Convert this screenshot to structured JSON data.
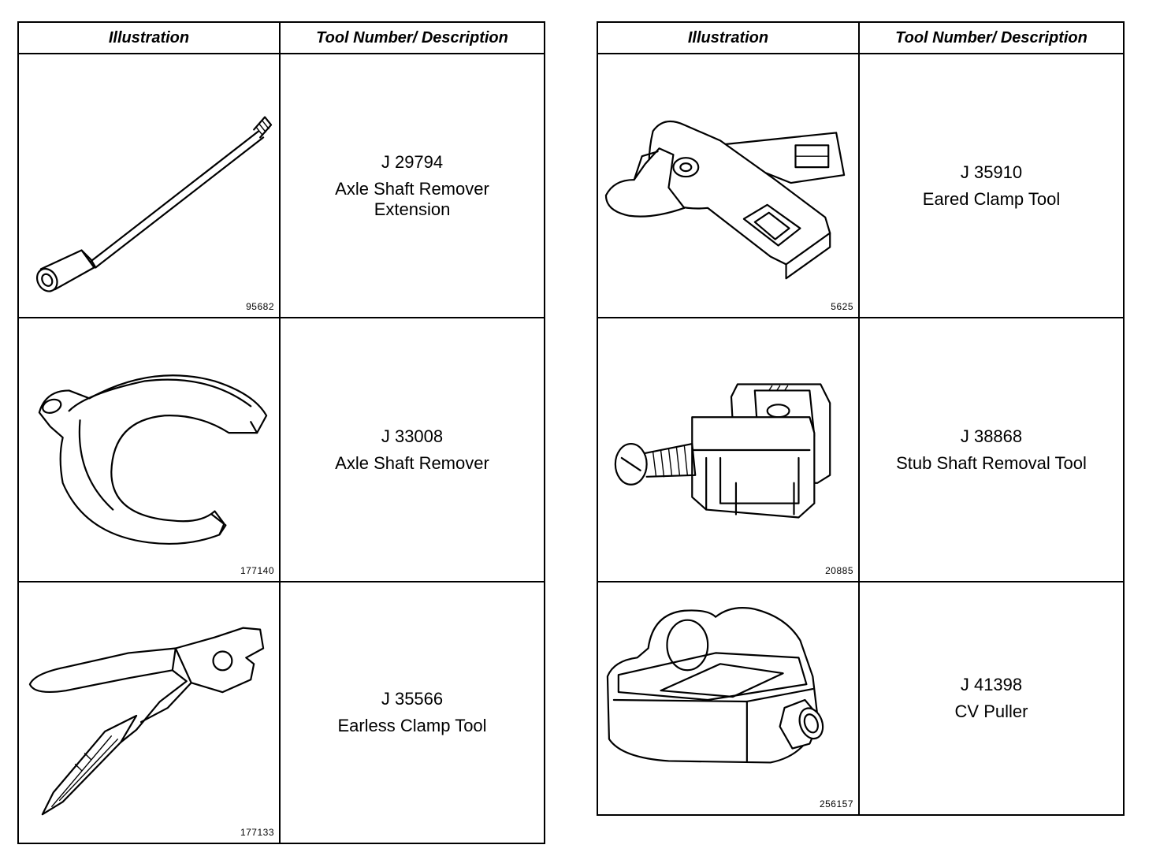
{
  "tables": [
    {
      "header": {
        "illustration": "Illustration",
        "description": "Tool Number/ Description"
      },
      "rows": [
        {
          "figure_number": "95682",
          "icon": "axle-shaft-remover-extension-icon",
          "tool_number": "J 29794",
          "tool_name": "Axle Shaft Remover Extension"
        },
        {
          "figure_number": "177140",
          "icon": "axle-shaft-remover-icon",
          "tool_number": "J 33008",
          "tool_name": "Axle Shaft Remover"
        },
        {
          "figure_number": "177133",
          "icon": "earless-clamp-tool-icon",
          "tool_number": "J 35566",
          "tool_name": "Earless Clamp Tool"
        }
      ]
    },
    {
      "header": {
        "illustration": "Illustration",
        "description": "Tool Number/ Description"
      },
      "rows": [
        {
          "figure_number": "5625",
          "icon": "eared-clamp-tool-icon",
          "tool_number": "J 35910",
          "tool_name": "Eared Clamp Tool"
        },
        {
          "figure_number": "20885",
          "icon": "stub-shaft-removal-tool-icon",
          "tool_number": "J 38868",
          "tool_name": "Stub Shaft Removal Tool"
        },
        {
          "figure_number": "256157",
          "icon": "cv-puller-icon",
          "tool_number": "J 41398",
          "tool_name": "CV Puller"
        }
      ]
    }
  ]
}
